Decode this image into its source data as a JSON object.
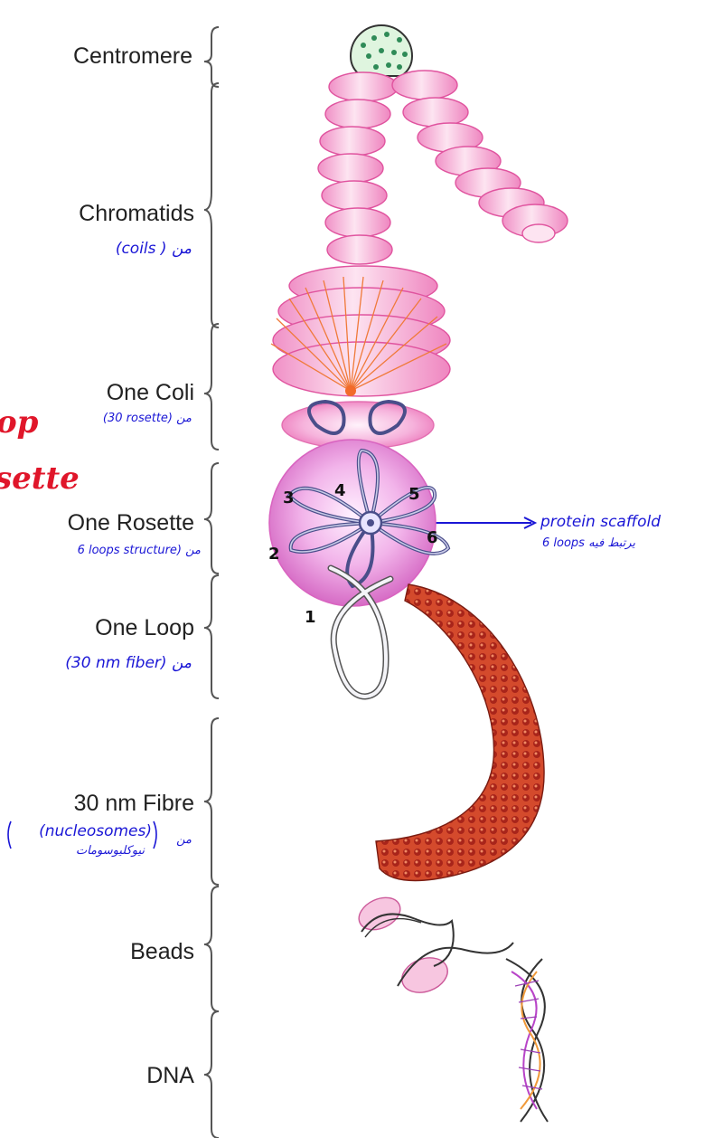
{
  "labels": {
    "centromere": "Centromere",
    "chromatids": "Chromatids",
    "one_coli": "One Coli",
    "one_rosette": "One Rosette",
    "one_loop": "One Loop",
    "fibre_30nm": "30 nm Fibre",
    "beads": "Beads",
    "dna": "DNA"
  },
  "annotations": {
    "chromatids_note": "(coils   ) من",
    "one_coli_note": "(30 rosette) من",
    "one_rosette_note": "6 loops structure) من",
    "one_loop_note": "(30 nm fiber) من",
    "fibre_note": "(nucleosomes)",
    "fibre_note_ar": "نيوكليوسومات",
    "fibre_note_min": "من",
    "protein_scaffold": "protein scaffold",
    "protein_scaffold_2": "6 loops يرتبط فيه",
    "red_loop_partial": "op",
    "red_rosette_partial": "sette"
  },
  "loop_numbers": [
    "1",
    "2",
    "3",
    "4",
    "5",
    "6"
  ],
  "colors": {
    "handwriting_blue": "#1a16d6",
    "handwriting_red": "#e0162a",
    "chromatin_pink": "#f7b6d6",
    "fibre_red": "#b8301e",
    "centromere_green": "#2e8b57"
  }
}
